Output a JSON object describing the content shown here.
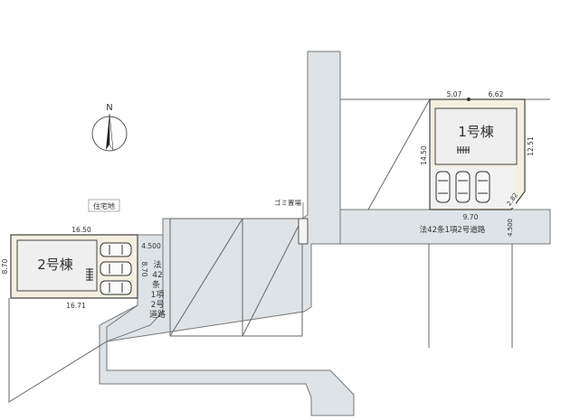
{
  "compass": {
    "label": "N"
  },
  "zone_label": "住宅地",
  "garbage_label": "ゴミ置場",
  "lot1": {
    "title": "1号棟",
    "dims": {
      "top_left": "5.07",
      "top_right": "6.62",
      "left": "14.50",
      "right": "12.51",
      "bottom": "9.70",
      "corner": "2.82"
    }
  },
  "lot2": {
    "title": "2号棟",
    "dims": {
      "top": "16.50",
      "bottom": "16.71",
      "left": "8.70",
      "right": "8.70"
    }
  },
  "roads": {
    "east": {
      "label": "法42条1項2号道路",
      "width": "4.500"
    },
    "west": {
      "label": "法42条1項2号道路",
      "width": "4.500"
    }
  },
  "colors": {
    "road": "#dde3e6",
    "lot": "#efefef",
    "lot_yard": "#f5efe0",
    "line": "#555555"
  }
}
